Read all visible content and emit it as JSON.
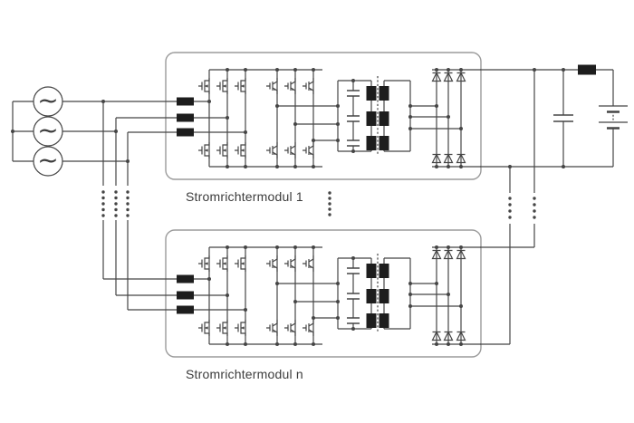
{
  "diagram": {
    "type": "circuit-schematic",
    "description": "Modular power converter system: three-phase AC sources feeding n parallel converter modules with a common DC output to a battery",
    "ac_symbol": "~",
    "modules": [
      {
        "label": "Stromrichtermodul 1"
      },
      {
        "label": "Stromrichtermodul n"
      }
    ],
    "components": {
      "ac_sources": [
        "ac-source-1",
        "ac-source-2",
        "ac-source-3"
      ],
      "module_internals": [
        "input-inductors",
        "input-rectifier-stage",
        "inverter-stage",
        "resonant-capacitor-bank",
        "medium-frequency-transformer",
        "isolation-barrier",
        "output-diode-rectifier"
      ],
      "output_network": [
        "dc-link-capacitor",
        "output-inductor",
        "battery"
      ],
      "continuation": "vertical-ellipsis-dots"
    },
    "colors": {
      "background": "#ffffff",
      "wire": "#454545",
      "module_box": "#9b9b9b",
      "component_fill": "#1d1d1d",
      "text": "#3c3c3c"
    }
  }
}
